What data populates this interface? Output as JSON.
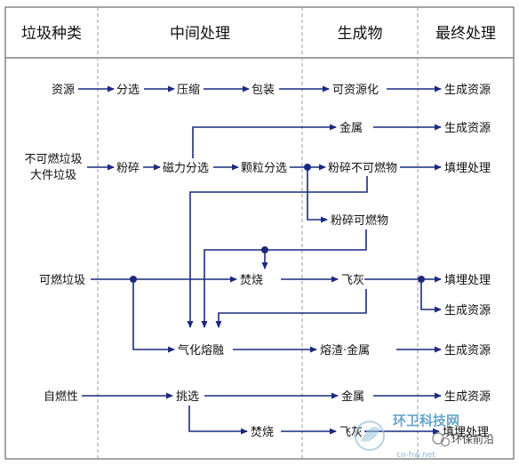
{
  "headers": {
    "category": "垃圾种类",
    "intermediate": "中间处理",
    "products": "生成物",
    "final": "最终处理"
  },
  "nodes": {
    "resource": "资源",
    "sorting": "分选",
    "compress": "压缩",
    "packing": "包装",
    "recyclable": "可资源化",
    "gen_resource_1": "生成资源",
    "metal_1": "金属",
    "gen_resource_2": "生成资源",
    "noncomb_line1": "不可燃垃圾",
    "noncomb_line2": "大件垃圾",
    "crush": "粉碎",
    "magnetic": "磁力分选",
    "granule": "颗粒分选",
    "crushed_noncomb": "粉碎不可燃物",
    "landfill_1": "填埋处理",
    "crushed_comb": "粉碎可燃物",
    "comb_waste": "可燃垃圾",
    "incinerate_1": "焚烧",
    "flyash_1": "飞灰",
    "landfill_2": "填埋处理",
    "gen_resource_3": "生成资源",
    "gasmelt": "气化熔融",
    "slag_metal": "熔渣·金属",
    "gen_resource_4": "生成资源",
    "selfcomb": "自燃性",
    "pick": "挑选",
    "metal_2": "金属",
    "gen_resource_5": "生成资源",
    "incinerate_2": "焚烧",
    "flyash_2": "飞灰",
    "landfill_3": "填埋处理"
  },
  "watermark": {
    "brand": "环卫科技网",
    "wechat": "环保前沿",
    "site": "cn-hw.net"
  },
  "colors": {
    "line": "#1a2a80",
    "separator": "#9a9a9a",
    "watermark": "#6aa6c9"
  }
}
